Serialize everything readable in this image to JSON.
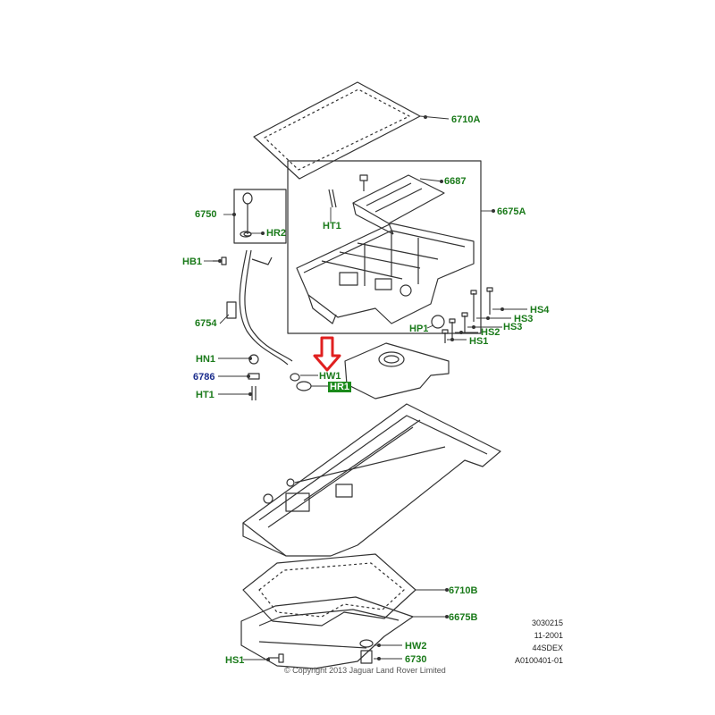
{
  "diagram": {
    "callouts": {
      "c6710A": "6710A",
      "c6687": "6687",
      "c6675A": "6675A",
      "c6750": "6750",
      "cHR2": "HR2",
      "cHT1_top": "HT1",
      "cHB1": "HB1",
      "cHS4": "HS4",
      "cHS3a": "HS3",
      "cHS3b": "HS3",
      "cHS2": "HS2",
      "cHP1": "HP1",
      "cHS1_mid": "HS1",
      "c6754": "6754",
      "cHN1": "HN1",
      "c6786": "6786",
      "cHT1_low": "HT1",
      "cHW1": "HW1",
      "cHR1": "HR1",
      "c6710B": "6710B",
      "c6675B": "6675B",
      "cHW2": "HW2",
      "cHS1_bot": "HS1",
      "c6730": "6730"
    },
    "reference_block": [
      "3030215",
      "11-2001",
      "44SDEX",
      "A0100401-01"
    ],
    "copyright": "© Copyright 2013 Jaguar Land Rover Limited"
  },
  "colors": {
    "label_green": "#1a7a1a",
    "label_blue": "#1a2c8c",
    "highlight_bg": "#1a8a1a",
    "arrow_red": "#e02020",
    "line_art": "#333333"
  }
}
